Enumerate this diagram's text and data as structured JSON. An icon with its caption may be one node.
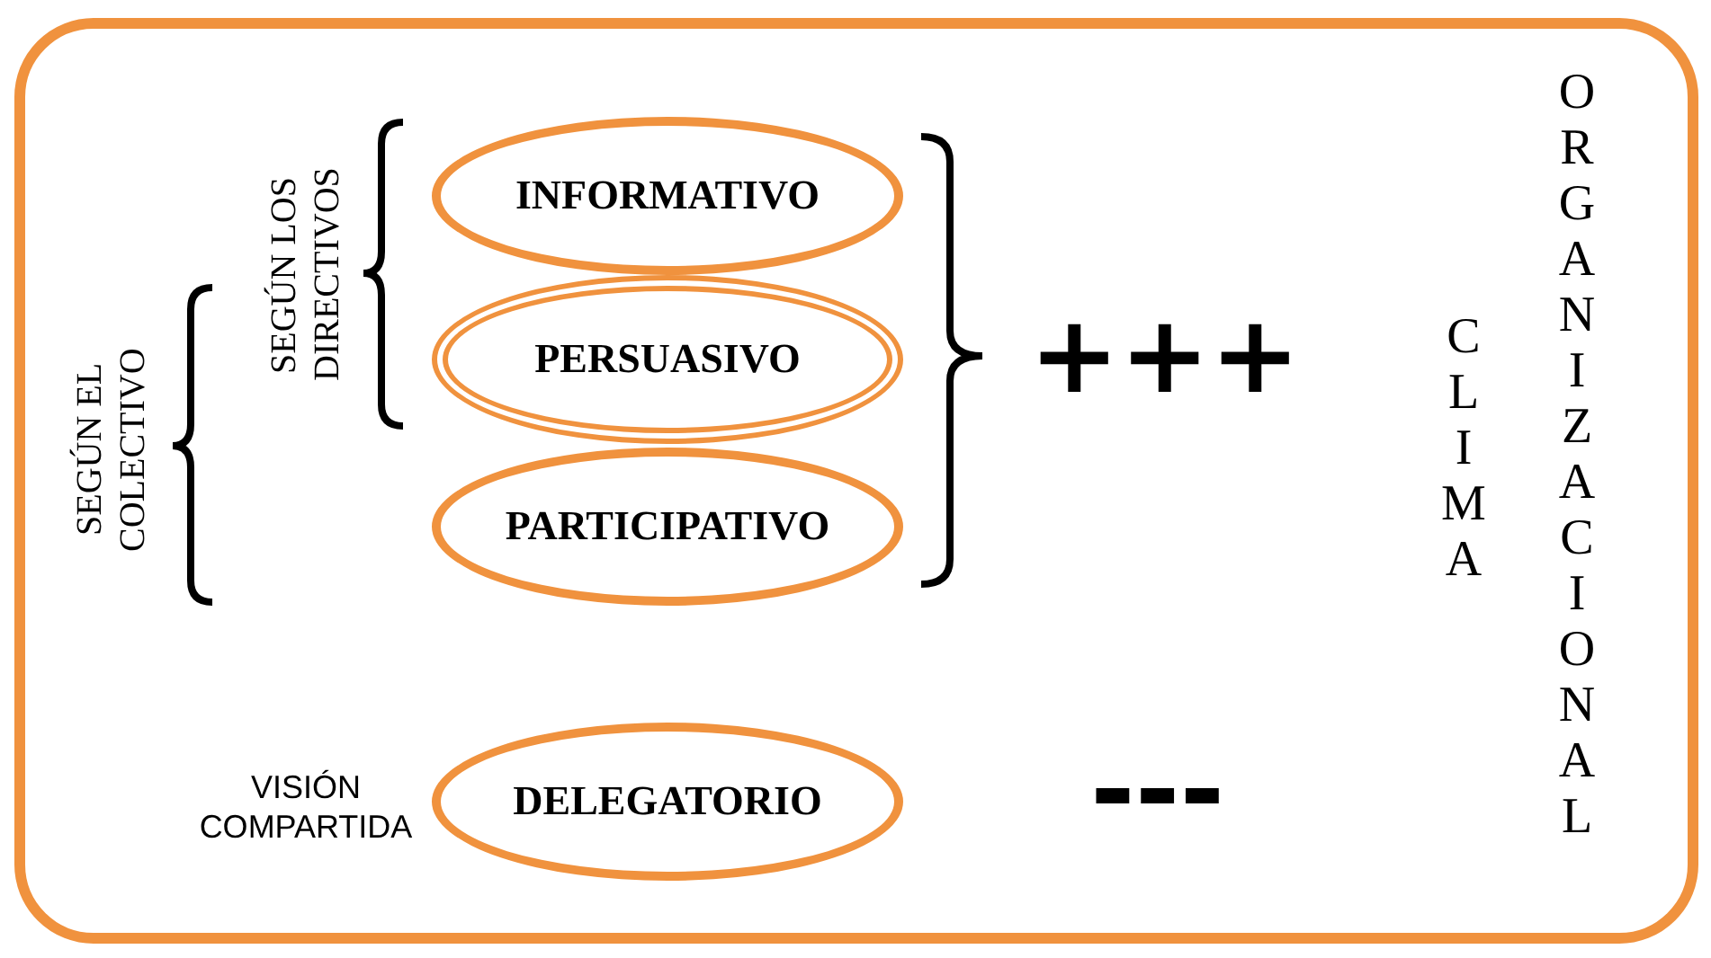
{
  "diagram": {
    "nodes": [
      {
        "text": [],
        "shape": "box"
      },
      {
        "text": [
          "INFORMATIVO"
        ],
        "in": 0
      },
      {
        "text": [
          "PERSUASIVO"
        ],
        "in": 0
      },
      {
        "text": [
          "PARTICIPATIVO"
        ],
        "in": 0
      },
      {
        "text": [
          "DELEGATORIO"
        ],
        "in": 0,
        "beside": [
          "VISIÓN COMPARTIDA"
        ]
      }
    ],
    "edges": [],
    "labels": [
      "SEGÚN LOS DIRECTIVOS",
      "SEGÚN EL COLECTIVO",
      "+++",
      "CLIMA",
      "ORGANIZACIONAL",
      "---"
    ]
  }
}
